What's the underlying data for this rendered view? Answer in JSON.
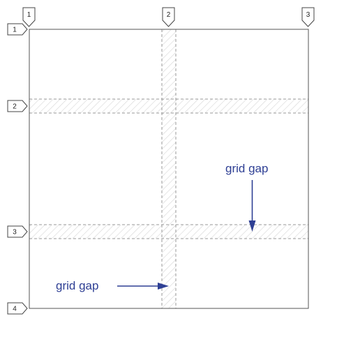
{
  "column_line_labels": [
    "1",
    "2",
    "3"
  ],
  "row_line_labels": [
    "1",
    "2",
    "3",
    "4"
  ],
  "annotations": {
    "column_gap_label": "grid gap",
    "row_gap_label": "grid gap"
  },
  "colors": {
    "container_border": "#555555",
    "gap_line": "#9a9a9a",
    "gap_hatch": "#d6d6d6",
    "marker_border": "#444444",
    "marker_text": "#222222",
    "accent": "#2e3f94"
  }
}
